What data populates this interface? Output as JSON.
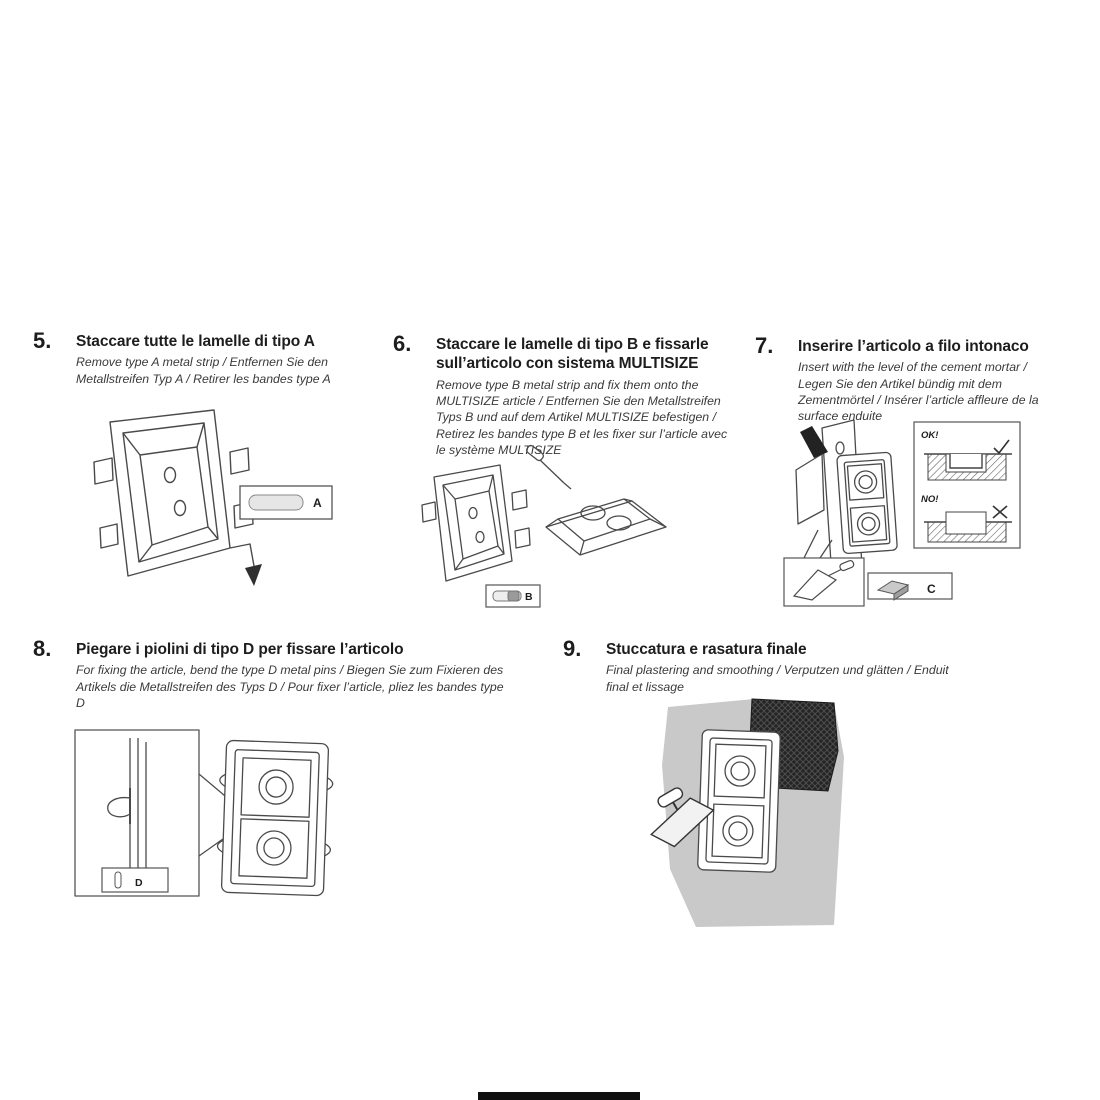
{
  "page": {
    "background_color": "#ffffff",
    "bottom_bar_color": "#101010",
    "line_color": "#4a4a4a",
    "text_color": "#1d1d1d",
    "wall_gray": "#c9c9c9"
  },
  "steps": [
    {
      "number": "5.",
      "title": "Staccare tutte le lamelle di tipo A",
      "subtitle": "Remove type A metal strip / Entfernen Sie den Metallstreifen Typ A / Retirer les bandes type A",
      "label": "A",
      "illustration": "flush-mount-box-with-type-a-strip"
    },
    {
      "number": "6.",
      "title": "Staccare le lamelle di tipo B e fissarle sull’articolo con sistema MULTISIZE",
      "subtitle": "Remove type B metal strip and fix them onto the MULTISIZE article / Entfernen Sie den Metallstreifen Typs B und auf dem Artikel MULTISIZE befestigen / Retirez les bandes type B et les fixer sur l’article avec le système MULTISIZE",
      "label": "B",
      "illustration": "box-and-multisize-article-with-screwdriver"
    },
    {
      "number": "7.",
      "title": "Inserire l’articolo a filo intonaco",
      "subtitle": "Insert with the level of the cement mortar / Legen Sie den Artikel bündig mit dem Zementmörtel / Insérer l’article affleure de la surface enduite",
      "label": "C",
      "ok_label": "OK!",
      "no_label": "NO!",
      "illustration": "insert-article-flush-with-plaster"
    },
    {
      "number": "8.",
      "title": "Piegare i piolini di tipo D per fissare l’articolo",
      "subtitle": "For fixing the article, bend the type D metal pins / Biegen Sie zum Fixieren des Artikels die Metallstreifen des Typs D / Pour fixer l’article, pliez les bandes type D",
      "label": "D",
      "illustration": "bend-type-d-pins-detail"
    },
    {
      "number": "9.",
      "title": "Stuccatura e rasatura finale",
      "subtitle": "Final plastering and smoothing / Verputzen und glätten / Enduit final et lissage",
      "illustration": "final-plastering-with-trowel"
    }
  ]
}
